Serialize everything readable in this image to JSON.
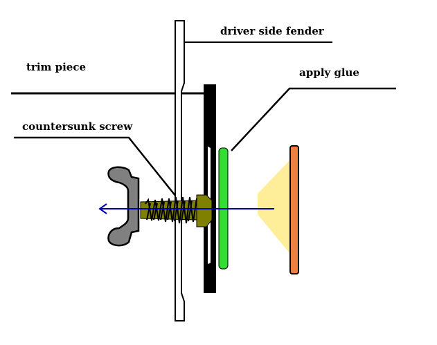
{
  "labels": {
    "fender": "driver side fender",
    "trim": "trim piece",
    "glue": "apply glue",
    "screw": "countersunk screw"
  },
  "colors": {
    "outline": "#000000",
    "fender_fill": "#ffffff",
    "trim_fill": "#000000",
    "glue": "#33dd33",
    "cone": "#ffee99",
    "cap": "#f08040",
    "wingnut": "#808080",
    "screw_body": "#808000",
    "screw_thread": "#000000",
    "arrow": "#0000aa"
  },
  "icons": {
    "wingnut": "wingnut-icon",
    "screw": "screw-icon",
    "arrow": "arrow-left-icon"
  }
}
